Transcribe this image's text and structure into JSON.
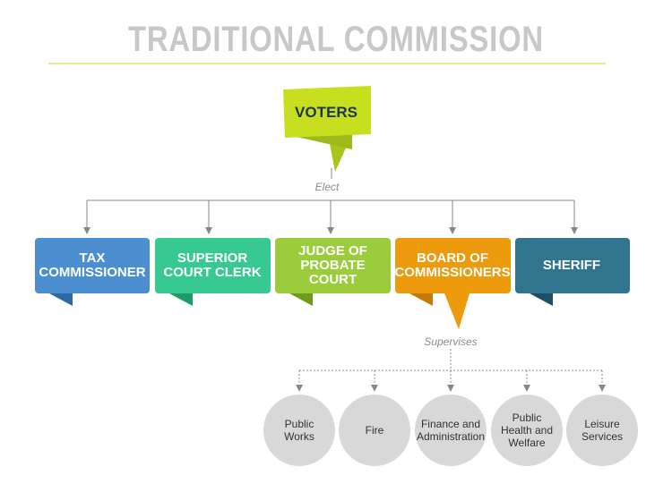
{
  "title": "TRADITIONAL COMMISSION",
  "colors": {
    "voters": "#c8df1f",
    "voters_text": "#1c3557",
    "tax": "#4b8fd1",
    "clerk": "#36c991",
    "judge": "#9bcc3b",
    "board": "#ee9a0d",
    "sheriff": "#31748e",
    "circle": "#d8d8d8"
  },
  "voters": {
    "label": "VOTERS"
  },
  "elect_label": "Elect",
  "offices": [
    {
      "label": "TAX\nCOMMISSIONER",
      "color": "#4b8fd1",
      "dark": "#2c6aa6"
    },
    {
      "label": "SUPERIOR\nCOURT CLERK",
      "color": "#36c991",
      "dark": "#1f9a6b"
    },
    {
      "label": "JUDGE OF\nPROBATE COURT",
      "color": "#9bcc3b",
      "dark": "#6f9a1c"
    },
    {
      "label": "BOARD OF\nCOMMISSIONERS",
      "color": "#ee9a0d",
      "dark": "#c47a06"
    },
    {
      "label": "SHERIFF",
      "color": "#31748e",
      "dark": "#1d4f63"
    }
  ],
  "supervises_label": "Supervises",
  "departments": [
    {
      "label": "Public\nWorks"
    },
    {
      "label": "Fire"
    },
    {
      "label": "Finance and\nAdministration"
    },
    {
      "label": "Public\nHealth and\nWelfare"
    },
    {
      "label": "Leisure\nServices"
    }
  ]
}
